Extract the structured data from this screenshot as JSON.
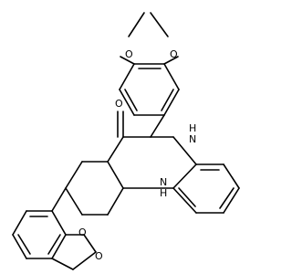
{
  "molecule": {
    "atoms": [
      {
        "id": "benzodioxole_top_O1",
        "label": "O",
        "color": "#ff0000"
      },
      {
        "id": "benzodioxole_top_O2",
        "label": "O",
        "color": "#ff0000"
      },
      {
        "id": "ketone_O",
        "label": "O",
        "color": "#ff0000"
      },
      {
        "id": "upper_NH",
        "label": "H\nN",
        "color": "#0000ff"
      },
      {
        "id": "lower_NH",
        "label": "N\nH",
        "color": "#0000ff"
      },
      {
        "id": "benzodioxole_bottom_O1",
        "label": "O",
        "color": "#ff0000"
      },
      {
        "id": "benzodioxole_bottom_O2",
        "label": "O",
        "color": "#ff0000"
      }
    ]
  }
}
